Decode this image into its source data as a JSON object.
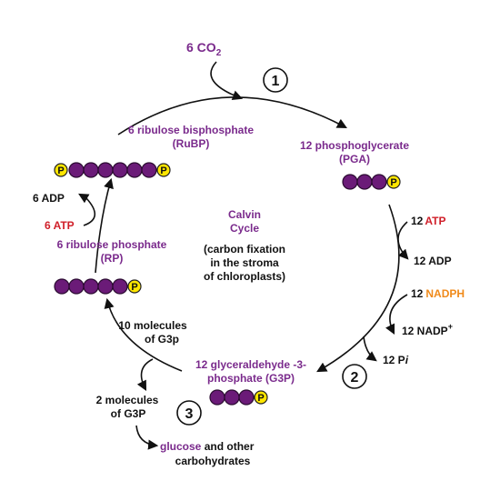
{
  "diagram": {
    "co2_input": {
      "prefix": "6 CO",
      "subscript": "2"
    },
    "steps": [
      "1",
      "2",
      "3"
    ],
    "center": {
      "title_line1": "Calvin",
      "title_line2": "Cycle",
      "line3": "(carbon fixation",
      "line4": "in the stroma",
      "line5": "of chloroplasts)"
    },
    "pga": {
      "line1": "12 phosphoglycerate",
      "line2": "(PGA)"
    },
    "rubp": {
      "line1": "6 ribulose bisphosphate",
      "line2": "(RuBP)"
    },
    "rp": {
      "line1": "6 ribulose phosphate",
      "line2": "(RP)"
    },
    "g3p": {
      "line1": "12 glyceraldehyde -3-",
      "line2": "phosphate (G3P)"
    },
    "right_inputs": {
      "atp_num": "12",
      "atp_label": "ATP",
      "adp": "12 ADP",
      "nadph_num": "12",
      "nadph_label": "NADPH",
      "nadp_prefix": "12 NADP",
      "nadp_sup": "+",
      "pi_prefix": "12 P",
      "pi_italic": "i"
    },
    "left_inputs": {
      "adp": "6 ADP",
      "atp_num": "6",
      "atp_label": "ATP"
    },
    "g3p_split": {
      "ten_line1": "10 molecules",
      "ten_line2": "of G3p",
      "two_line1": "2 molecules",
      "two_line2": "of G3P"
    },
    "output": {
      "glucose": "glucose",
      "rest": " and other",
      "line2": "carbohydrates"
    },
    "phosphate_symbol": "P",
    "colors": {
      "purple_text": "#7a2a8c",
      "bead": "#6b1b78",
      "phosphate": "#ffe600",
      "atp_red": "#d0202a",
      "nadph_orange": "#f08a1a"
    }
  }
}
